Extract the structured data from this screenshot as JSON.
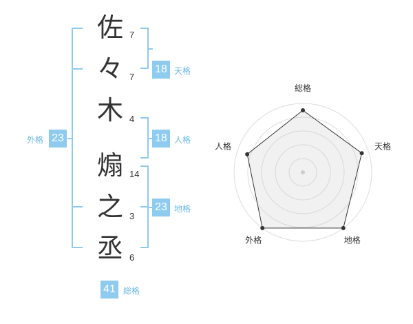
{
  "colors": {
    "accent": "#8ecbef",
    "label": "#6ab8e6",
    "line": "#333333",
    "grid": "#dddddd"
  },
  "name": {
    "chars": [
      {
        "char": "佐",
        "strokes": "7"
      },
      {
        "char": "々",
        "strokes": "7"
      },
      {
        "char": "木",
        "strokes": "4"
      },
      {
        "char": "煽",
        "strokes": "14"
      },
      {
        "char": "之",
        "strokes": "3"
      },
      {
        "char": "丞",
        "strokes": "6"
      }
    ]
  },
  "fortune": {
    "tenkaku": {
      "value": "18",
      "label": "天格"
    },
    "jinkaku": {
      "value": "18",
      "label": "人格"
    },
    "chikaku": {
      "value": "23",
      "label": "地格"
    },
    "gaikaku": {
      "value": "23",
      "label": "外格"
    },
    "soukaku": {
      "value": "41",
      "label": "総格"
    }
  },
  "radar": {
    "axes": [
      "総格",
      "天格",
      "地格",
      "外格",
      "人格"
    ],
    "levels": [
      0.9,
      0.9,
      1.0,
      1.0,
      0.85
    ]
  }
}
